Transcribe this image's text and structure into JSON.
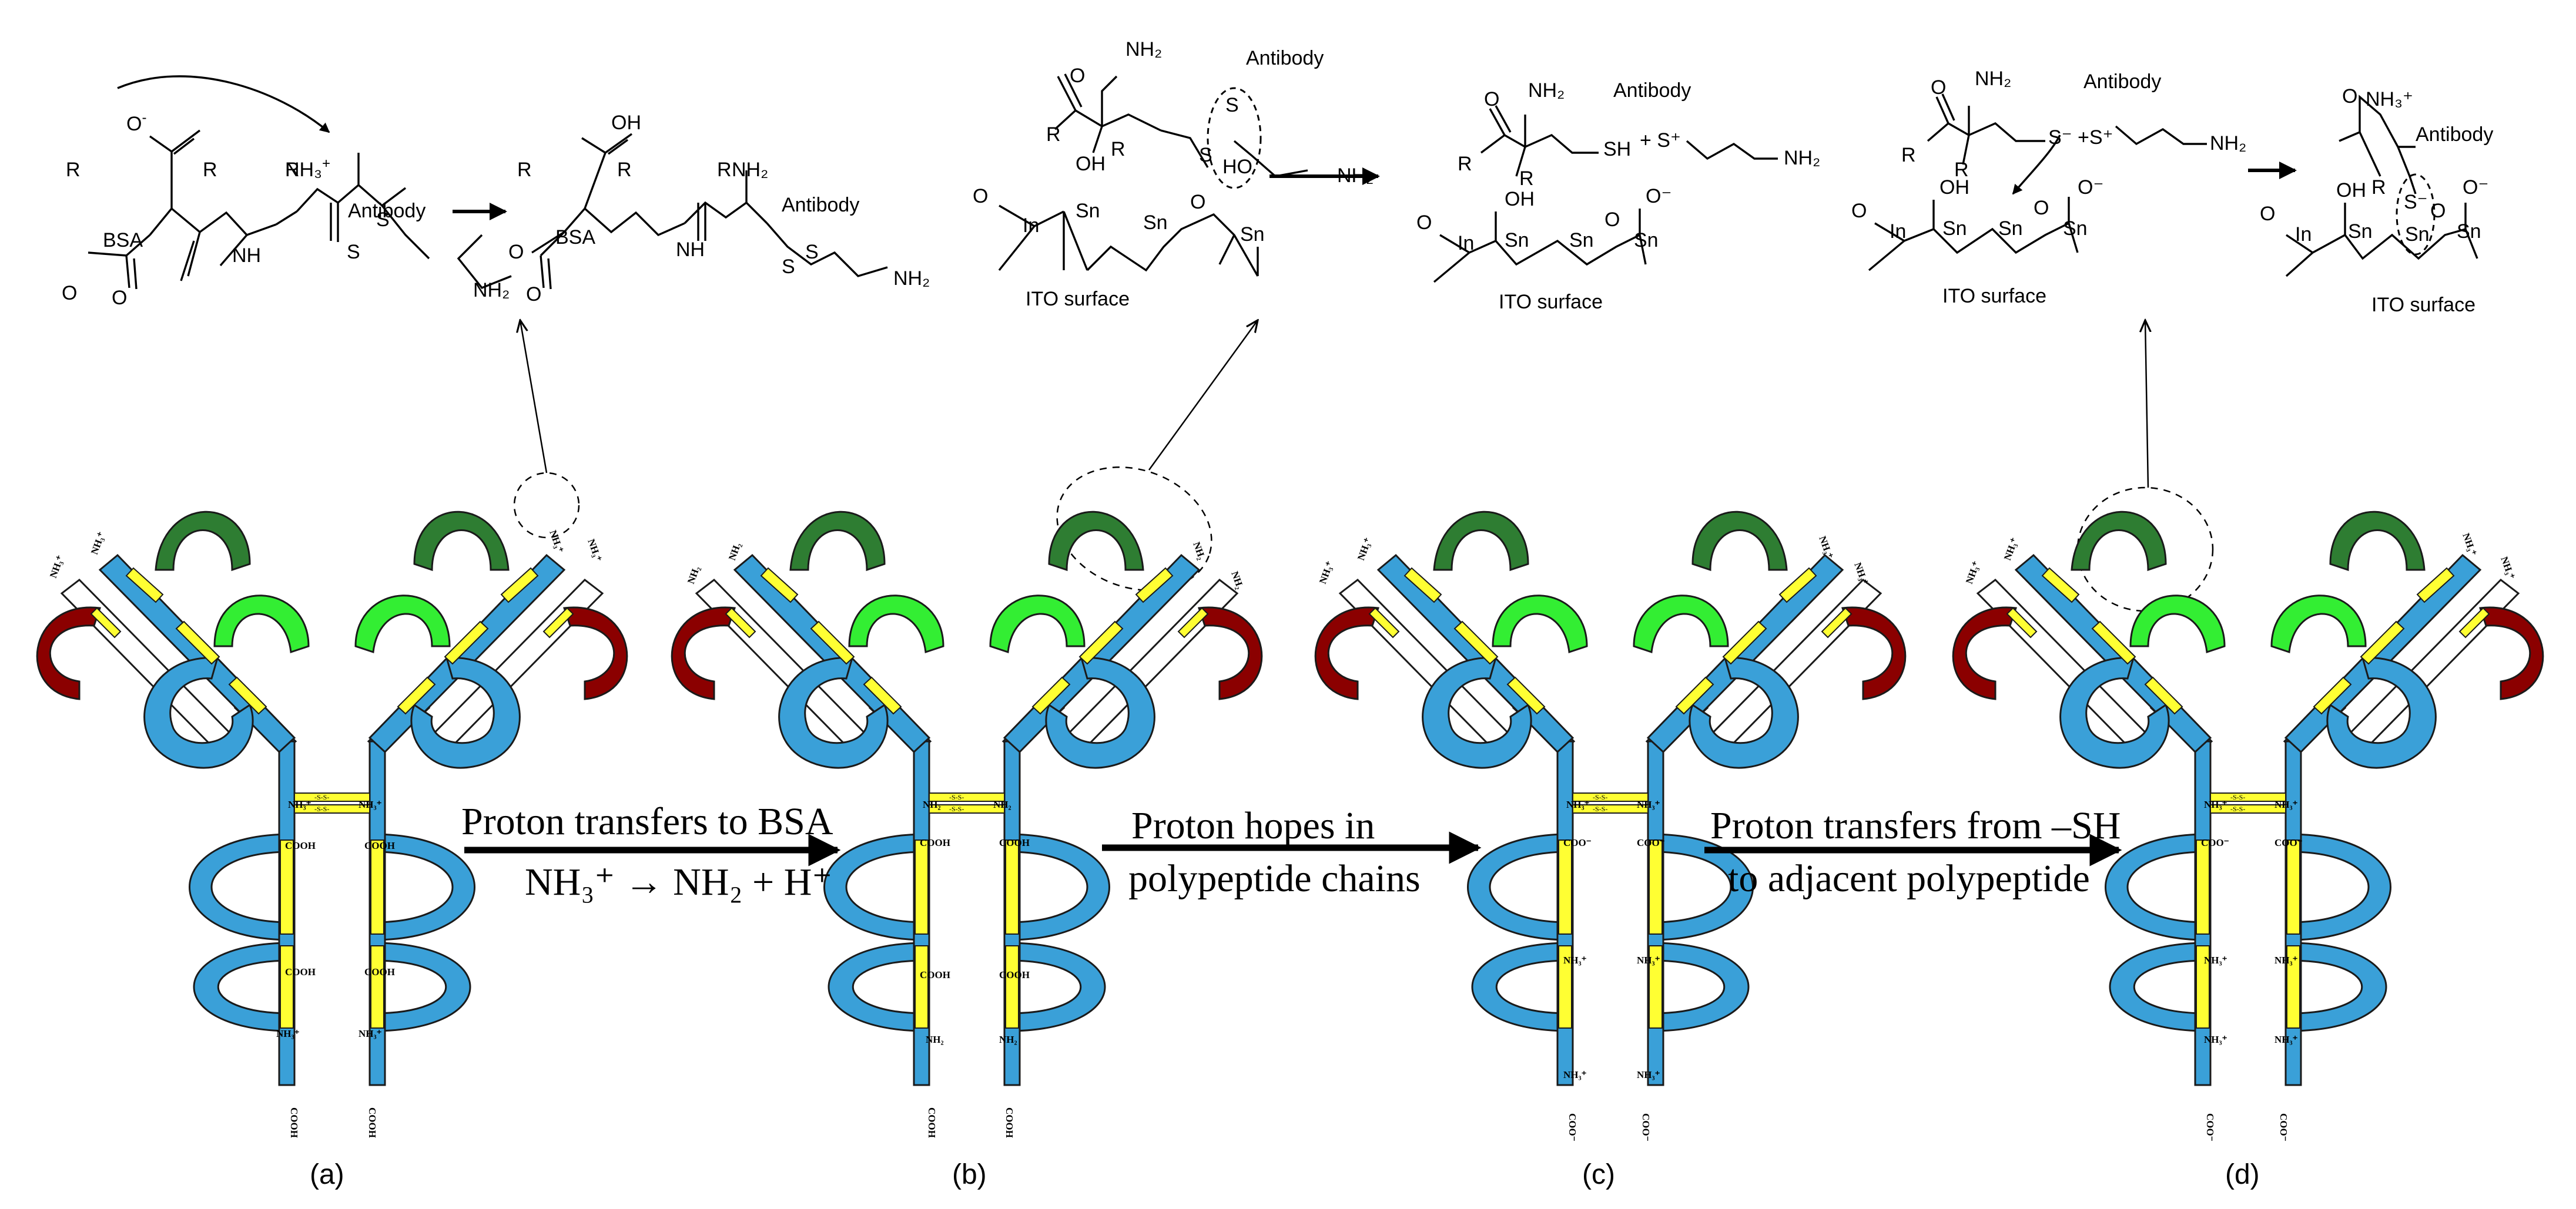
{
  "colors": {
    "constant_blue": "#3aa0d8",
    "vh_dark_green": "#2e7d32",
    "vl_light_green": "#33ee33",
    "cl_dark_red": "#8b0000",
    "disulfide_yellow": "#ffff33",
    "outline": "#1a1a1a"
  },
  "arrows": [
    {
      "line1": "Proton transfers to BSA",
      "line2": "NH₃⁺ → NH₂  + H⁺"
    },
    {
      "line1": "Proton hopes in",
      "line2": "polypeptide chains"
    },
    {
      "line1": "Proton transfers from –SH",
      "line2": "to adjacent polypeptide"
    }
  ],
  "panels": [
    {
      "label": "(a)",
      "terminal_top": "NH₃⁺",
      "terminal_bottom": "COOH",
      "pair_mid": "NH₃⁺",
      "pair_low": "COOH"
    },
    {
      "label": "(b)",
      "terminal_top": "NH₂",
      "terminal_bottom": "COOH",
      "pair_mid": "NH₂",
      "pair_low": "COOH"
    },
    {
      "label": "(c)",
      "terminal_top": "NH₃⁺",
      "terminal_bottom": "COO⁻",
      "pair_mid": "NH₃⁺",
      "pair_low": "COO⁻"
    },
    {
      "label": "(d)",
      "terminal_top": "NH₃⁺",
      "terminal_bottom": "COO⁻",
      "pair_mid": "NH₃⁺",
      "pair_low": "COO⁻"
    }
  ],
  "disulfide_label": "-S-S-",
  "sh_label": "SH",
  "chem": {
    "s1": {
      "o_minus": "O",
      "minus": "-",
      "r1": "R",
      "r2": "R",
      "r3": "R",
      "nh3": "NH₃",
      "plus": "+",
      "bsa": "BSA",
      "nh": "NH",
      "o1": "O",
      "o2": "O",
      "s_a": "S",
      "s_b": "S",
      "nh2": "NH₂",
      "antibody": "Antibody"
    },
    "s2": {
      "oh": "OH",
      "r1": "R",
      "r2": "R",
      "r3": "R",
      "nh2_top": "NH₂",
      "bsa": "BSA",
      "nh": "NH",
      "o1": "O",
      "o2": "O",
      "s_a": "S",
      "s_b": "S",
      "nh2": "NH₂",
      "antibody": "Antibody"
    },
    "s3": {
      "nh2_top": "NH₂",
      "antibody": "Antibody",
      "o": "O",
      "r1": "R",
      "r2": "R",
      "s": "S",
      "s2": "S",
      "ho": "HO",
      "oh": "OH",
      "nh2": "NH₂",
      "o_in": "O",
      "in": "In",
      "sn1": "Sn",
      "sn2": "Sn",
      "sn3": "Sn",
      "o_mid": "O",
      "surface": "ITO surface"
    },
    "s4": {
      "nh2_top": "NH₂",
      "antibody": "Antibody",
      "o": "O",
      "r1": "R",
      "r2": "R",
      "sh": "SH",
      "splus": "+ S⁺",
      "nh2": "NH₂",
      "o_in": "O",
      "in": "In",
      "oh": "OH",
      "sn1": "Sn",
      "sn2": "Sn",
      "sn3": "Sn",
      "o_mid": "O",
      "o_minus": "O⁻",
      "surface": "ITO surface"
    },
    "s5": {
      "nh2_top": "NH₂",
      "antibody": "Antibody",
      "o": "O",
      "r1": "R",
      "r2": "R",
      "s_minus": "S⁻",
      "splus": "+S⁺",
      "nh2": "NH₂",
      "o_in": "O",
      "in": "In",
      "oh": "OH",
      "sn1": "Sn",
      "sn2": "Sn",
      "sn3": "Sn",
      "o_mid": "O",
      "o_minus": "O⁻",
      "surface": "ITO surface"
    },
    "s6": {
      "nh3": "NH₃⁺",
      "antibody": "Antibody",
      "o": "O",
      "r1": "R",
      "s_minus": "S⁻",
      "o_in": "O",
      "in": "In",
      "oh": "OH",
      "sn1": "Sn",
      "sn2": "Sn",
      "sn3": "Sn",
      "o_mid": "O",
      "o_minus": "O⁻",
      "surface": "ITO surface"
    }
  }
}
